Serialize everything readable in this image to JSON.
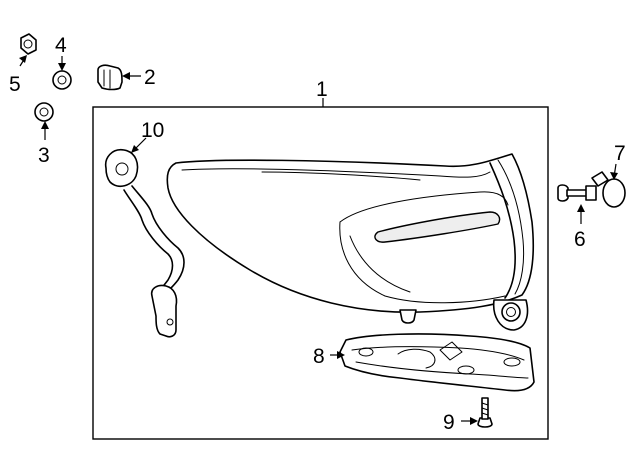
{
  "callouts": {
    "c1": "1",
    "c2": "2",
    "c3": "3",
    "c4": "4",
    "c5": "5",
    "c6": "6",
    "c7": "7",
    "c8": "8",
    "c9": "9",
    "c10": "10"
  },
  "colors": {
    "line": "#000000",
    "background": "#ffffff",
    "shade": "#eeeeee"
  }
}
